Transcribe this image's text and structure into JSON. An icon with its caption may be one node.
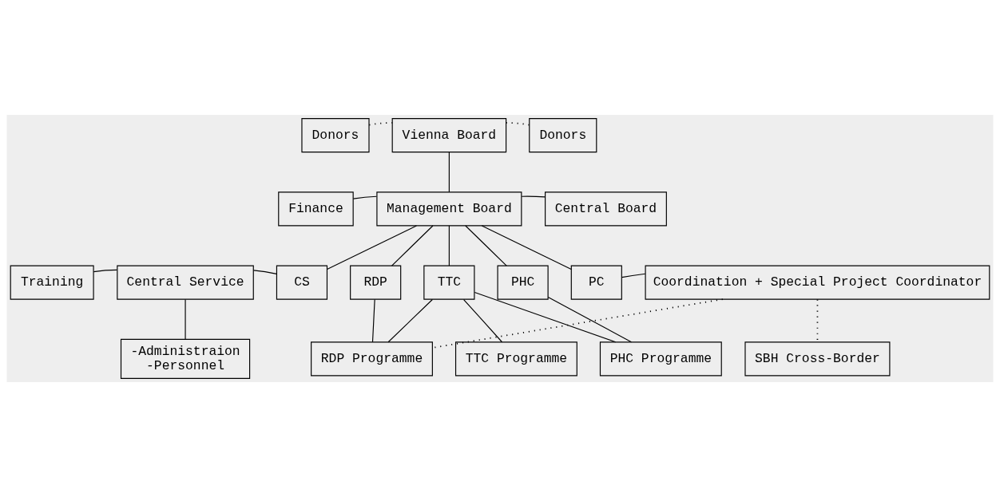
{
  "diagram": {
    "nodes": [
      {
        "text": [
          "Donors"
        ]
      },
      {
        "text": [
          "Vienna Board"
        ]
      },
      {
        "text": [
          "Donors"
        ]
      },
      {
        "text": [
          "Finance"
        ]
      },
      {
        "text": [
          "Management Board"
        ]
      },
      {
        "text": [
          "Central Board"
        ]
      },
      {
        "text": [
          "Training"
        ]
      },
      {
        "text": [
          "Central Service"
        ]
      },
      {
        "text": [
          "CS"
        ]
      },
      {
        "text": [
          "RDP"
        ]
      },
      {
        "text": [
          "TTC"
        ]
      },
      {
        "text": [
          "PHC"
        ]
      },
      {
        "text": [
          "PC"
        ]
      },
      {
        "text": [
          "Coordination + Special Project Coordinator"
        ]
      },
      {
        "text": [
          "-Administraion",
          "-Personnel"
        ]
      },
      {
        "text": [
          "RDP Programme"
        ]
      },
      {
        "text": [
          "TTC Programme"
        ]
      },
      {
        "text": [
          "PHC Programme"
        ]
      },
      {
        "text": [
          "SBH Cross-Border"
        ]
      }
    ],
    "edges": [
      {
        "from": 0,
        "to": 1,
        "arrow": "none",
        "style": "dashed"
      },
      {
        "from": 1,
        "to": 2,
        "arrow": "none",
        "style": "dashed"
      },
      {
        "from": 1,
        "to": 4,
        "arrow": "none"
      },
      {
        "from": 3,
        "to": 4,
        "arrow": "none"
      },
      {
        "from": 4,
        "to": 5,
        "arrow": "none"
      },
      {
        "from": 4,
        "to": 8,
        "arrow": "none"
      },
      {
        "from": 4,
        "to": 9,
        "arrow": "none"
      },
      {
        "from": 4,
        "to": 10,
        "arrow": "none"
      },
      {
        "from": 4,
        "to": 11,
        "arrow": "none"
      },
      {
        "from": 4,
        "to": 12,
        "arrow": "none"
      },
      {
        "from": 6,
        "to": 7,
        "arrow": "none"
      },
      {
        "from": 7,
        "to": 8,
        "arrow": "none"
      },
      {
        "from": 7,
        "to": 14,
        "arrow": "none"
      },
      {
        "from": 12,
        "to": 13,
        "arrow": "none"
      },
      {
        "from": 9,
        "to": 15,
        "arrow": "none"
      },
      {
        "from": 10,
        "to": 15,
        "arrow": "none"
      },
      {
        "from": 10,
        "to": 16,
        "arrow": "none"
      },
      {
        "from": 10,
        "to": 17,
        "arrow": "none"
      },
      {
        "from": 11,
        "to": 17,
        "arrow": "none"
      },
      {
        "from": 13,
        "to": 15,
        "arrow": "none",
        "style": "dashed"
      },
      {
        "from": 13,
        "to": 18,
        "arrow": "none",
        "style": "dashed"
      }
    ]
  }
}
